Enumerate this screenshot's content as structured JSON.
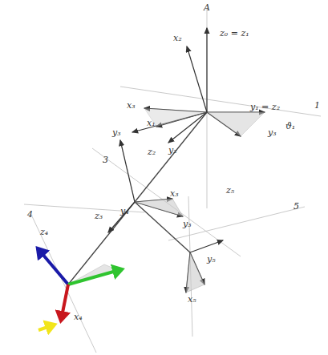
{
  "diagram": {
    "labels": [
      "A",
      "x₂",
      "z₀ = z₁",
      "y₁ = z₂",
      "1",
      "ϑ₁",
      "y₃",
      "x₃",
      "x₁",
      "y₃",
      "z₂",
      "y₂",
      "3",
      "x₃",
      "y₃",
      "5",
      "z₅",
      "z₃",
      "y₄",
      "4",
      "z₄",
      "y₅",
      "x₅",
      "x₄"
    ]
  }
}
